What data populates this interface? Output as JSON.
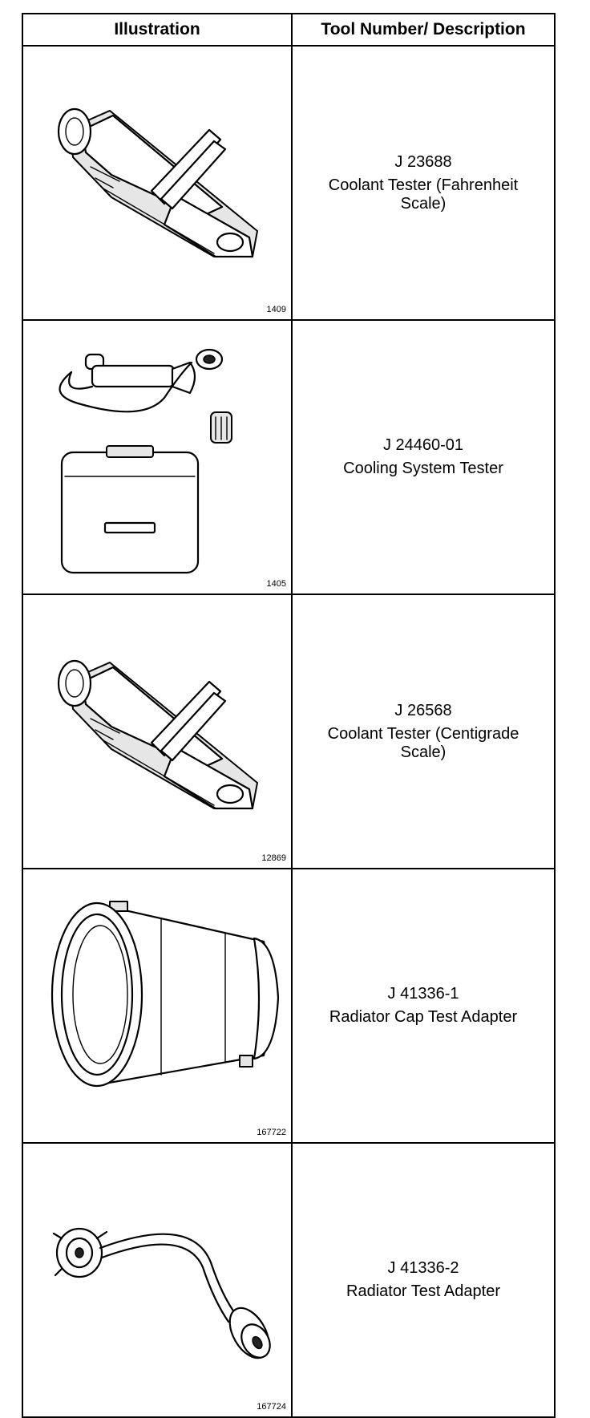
{
  "table": {
    "header_illustration": "Illustration",
    "header_description": "Tool Number/ Description",
    "rows": [
      {
        "tool_number": "J 23688",
        "description": "Coolant Tester (Fahrenheit Scale)",
        "figure": "1409",
        "icon": "coolant-tester-icon"
      },
      {
        "tool_number": "J 24460-01",
        "description": "Cooling System Tester",
        "figure": "1405",
        "icon": "cooling-system-tester-icon"
      },
      {
        "tool_number": "J 26568",
        "description": "Coolant Tester (Centigrade Scale)",
        "figure": "12869",
        "icon": "coolant-tester-icon"
      },
      {
        "tool_number": "J 41336-1",
        "description": "Radiator Cap Test Adapter",
        "figure": "167722",
        "icon": "radiator-cap-adapter-icon"
      },
      {
        "tool_number": "J 41336-2",
        "description": "Radiator Test Adapter",
        "figure": "167724",
        "icon": "radiator-test-adapter-icon"
      }
    ]
  }
}
